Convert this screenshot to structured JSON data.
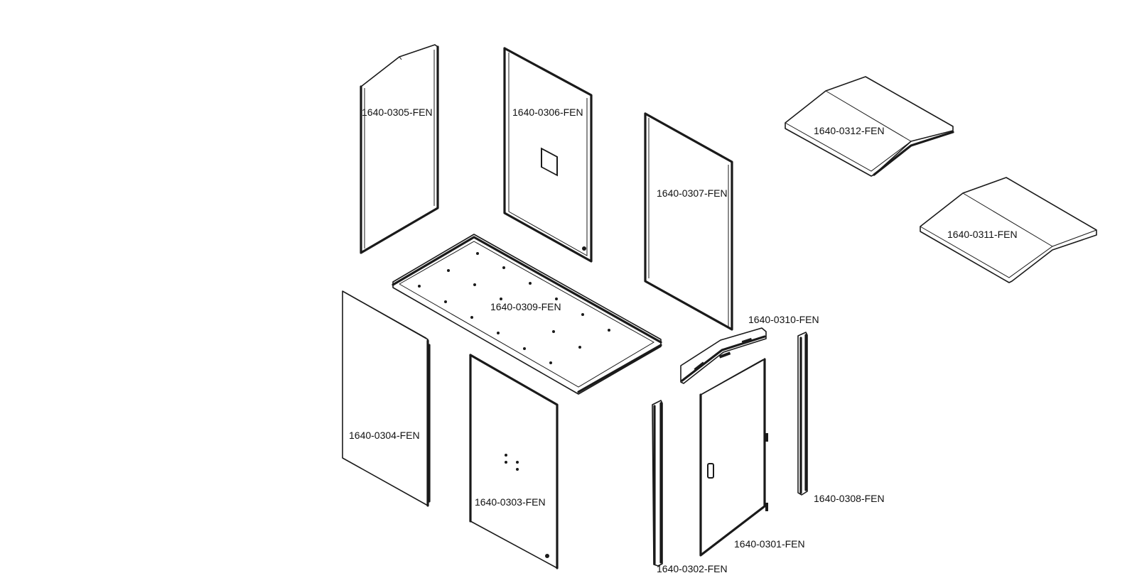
{
  "diagram": {
    "parts": [
      {
        "id": "p0305",
        "label": "1640-0305-FEN"
      },
      {
        "id": "p0306",
        "label": "1640-0306-FEN"
      },
      {
        "id": "p0307",
        "label": "1640-0307-FEN"
      },
      {
        "id": "p0312",
        "label": "1640-0312-FEN"
      },
      {
        "id": "p0311",
        "label": "1640-0311-FEN"
      },
      {
        "id": "p0309",
        "label": "1640-0309-FEN"
      },
      {
        "id": "p0310",
        "label": "1640-0310-FEN"
      },
      {
        "id": "p0304",
        "label": "1640-0304-FEN"
      },
      {
        "id": "p0303",
        "label": "1640-0303-FEN"
      },
      {
        "id": "p0308",
        "label": "1640-0308-FEN"
      },
      {
        "id": "p0301",
        "label": "1640-0301-FEN"
      },
      {
        "id": "p0302",
        "label": "1640-0302-FEN"
      }
    ]
  }
}
